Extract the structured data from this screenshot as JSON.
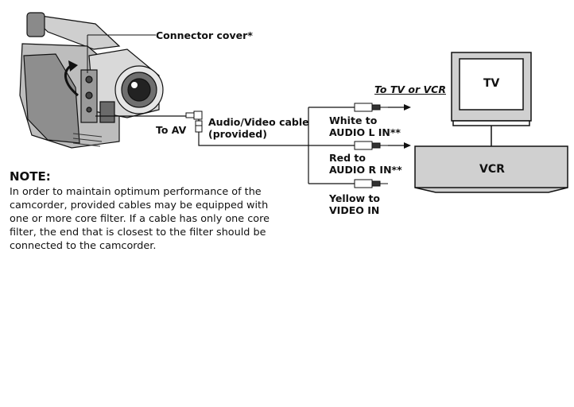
{
  "labels": {
    "connector_cover": "Connector cover*",
    "to_av": "To AV",
    "cable_line1": "Audio/Video cable",
    "cable_line2": "(provided)",
    "to_tv_or_vcr": "To TV or VCR",
    "white_line1": "White to",
    "white_line2": "AUDIO L IN**",
    "red_line1": "Red to",
    "red_line2": "AUDIO R IN**",
    "yellow_line1": "Yellow to",
    "yellow_line2": "VIDEO IN",
    "tv": "TV",
    "vcr": "VCR"
  },
  "note": {
    "heading": "NOTE:",
    "body": "In order to maintain optimum performance of the camcorder, provided cables may be equipped with one or more core filter. If a cable has only one core filter, the end that is closest to the filter should be connected to the camcorder."
  }
}
